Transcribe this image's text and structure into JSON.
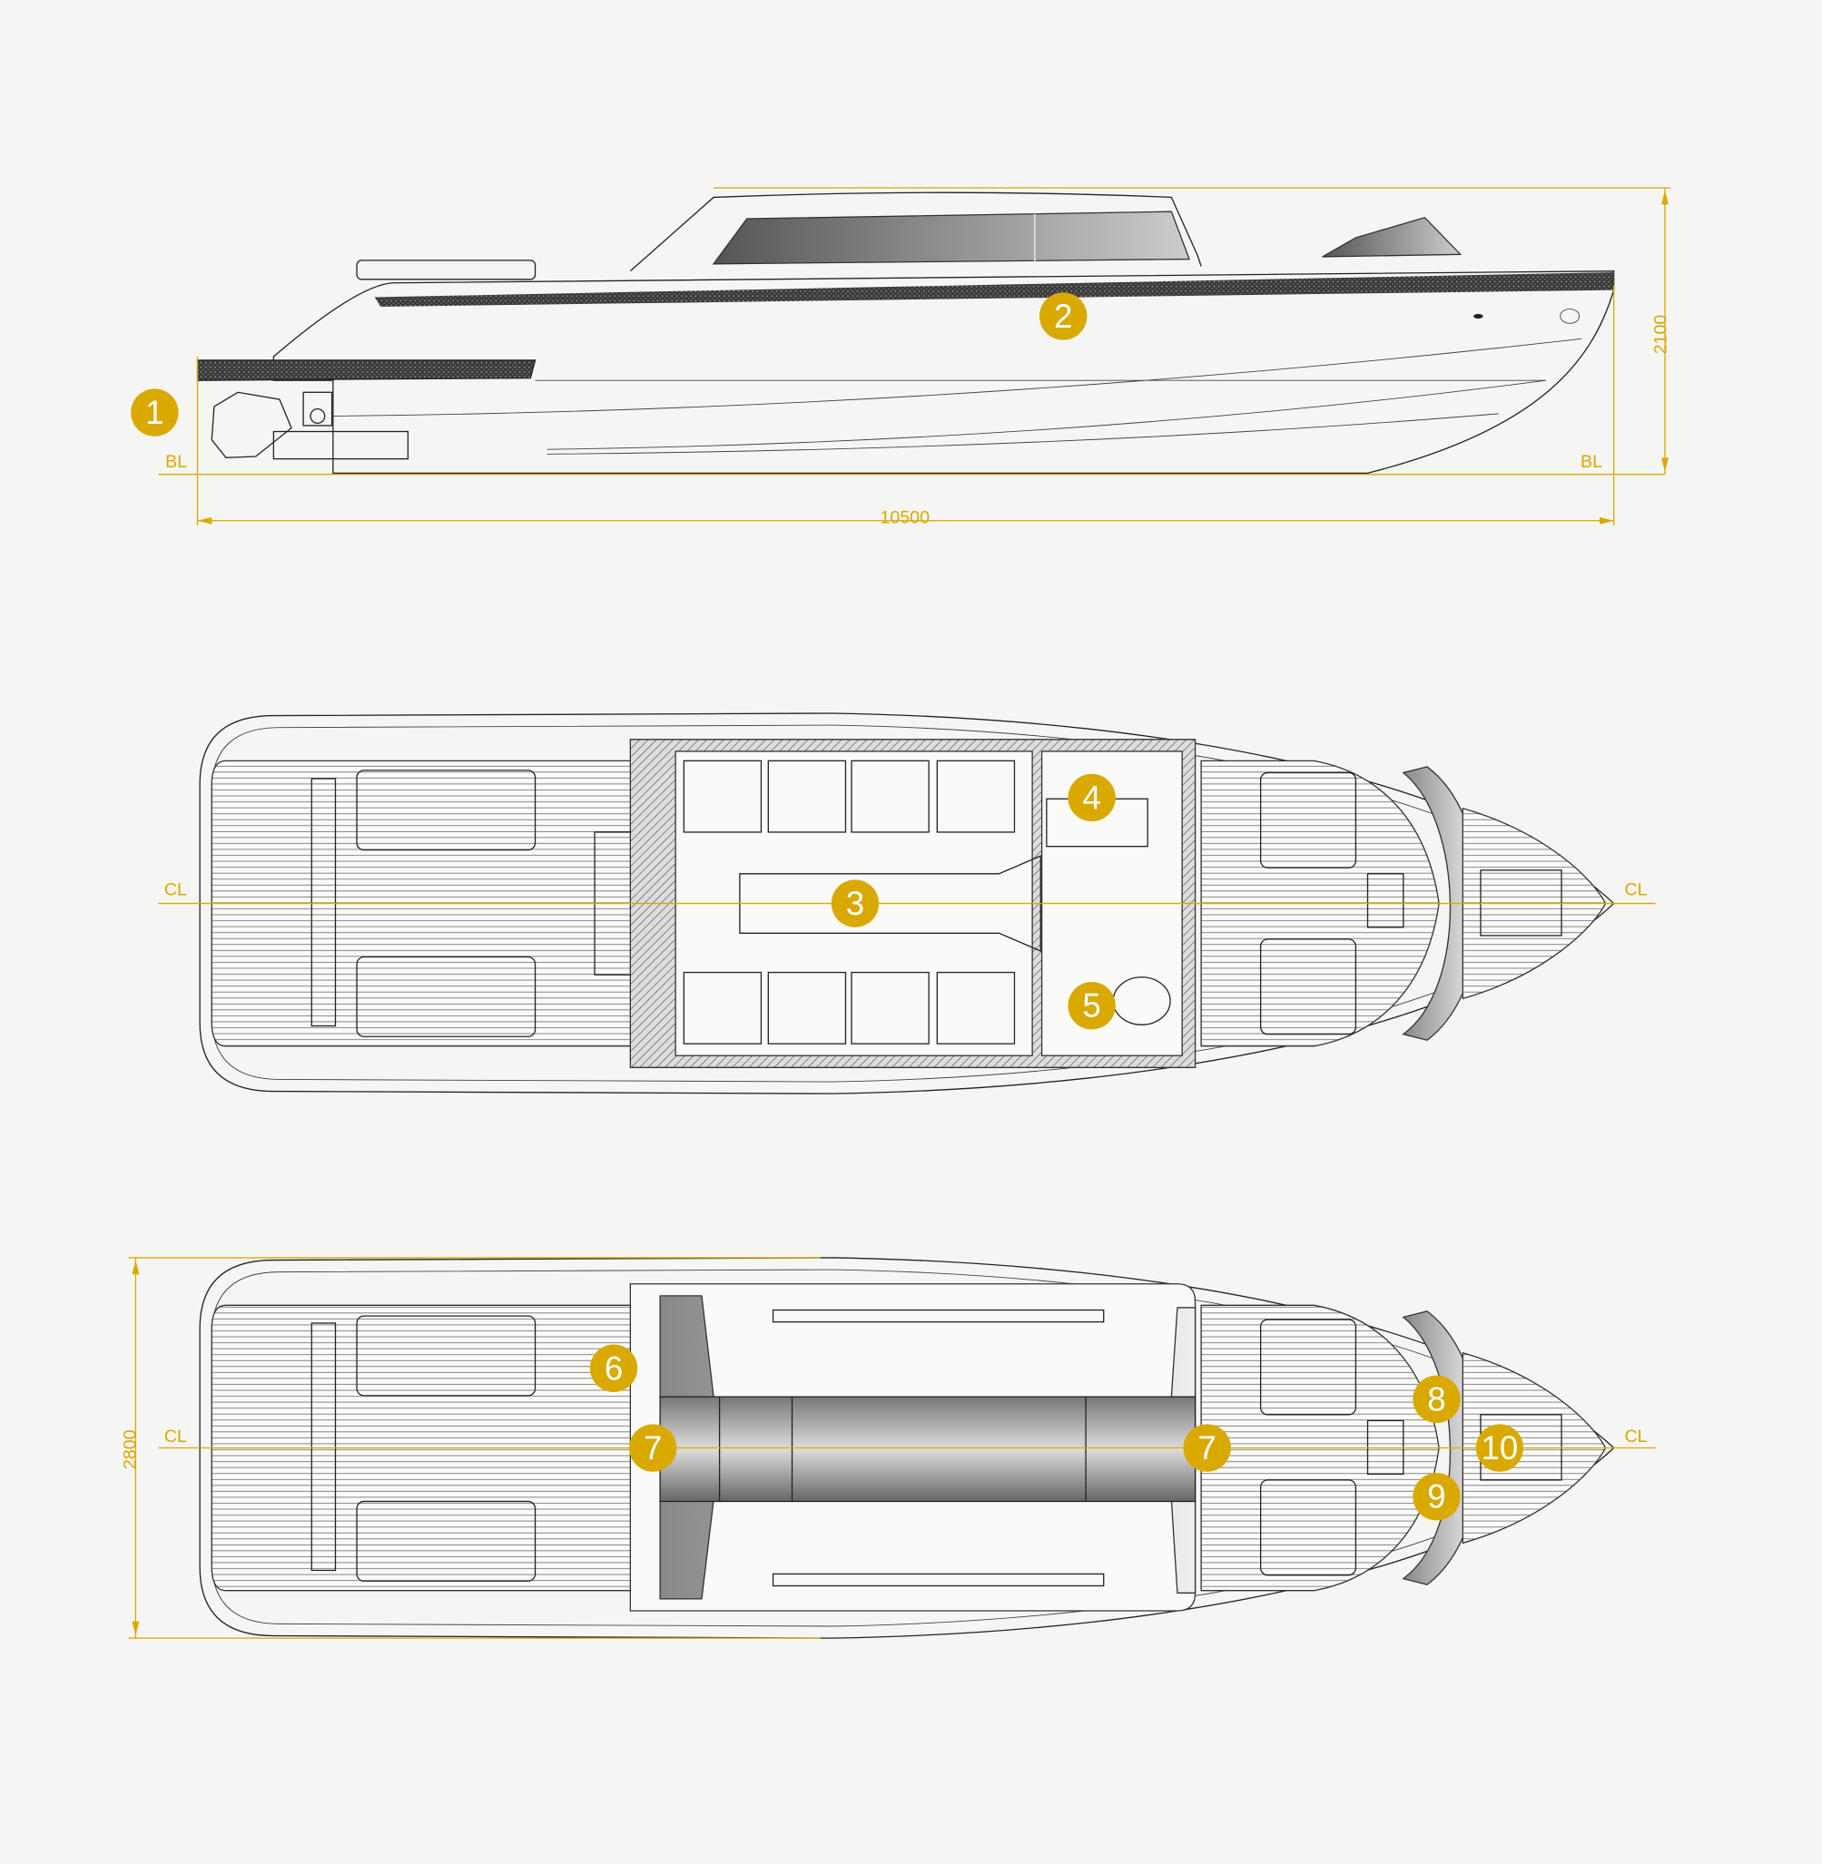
{
  "colors": {
    "accent": "#d9a900",
    "background": "#f5f5f3",
    "line": "#222222"
  },
  "side_view": {
    "baseline_left": "BL",
    "baseline_right": "BL",
    "length_dimension": "10500",
    "height_dimension": "2100"
  },
  "top_view_1": {
    "centerline_left": "CL",
    "centerline_right": "CL"
  },
  "top_view_2": {
    "centerline_left": "CL",
    "centerline_right": "CL",
    "beam_dimension": "2800"
  },
  "callouts": [
    "1",
    "2",
    "3",
    "4",
    "5",
    "6",
    "7",
    "7",
    "8",
    "9",
    "10"
  ]
}
